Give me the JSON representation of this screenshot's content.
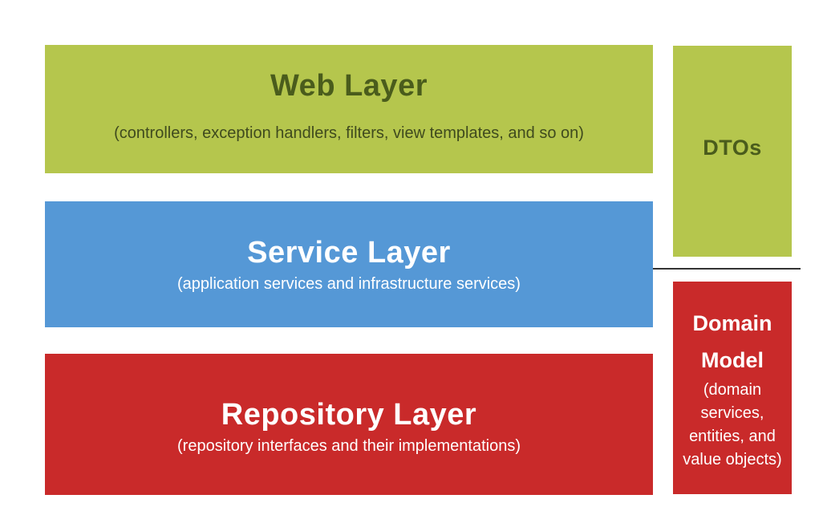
{
  "layers": {
    "web": {
      "title": "Web Layer",
      "subtitle": "(controllers, exception handlers, filters, view templates, and so on)"
    },
    "service": {
      "title": "Service Layer",
      "subtitle": "(application services and infrastructure services)"
    },
    "repository": {
      "title": "Repository Layer",
      "subtitle": "(repository interfaces and their implementations)"
    }
  },
  "side": {
    "dtos": {
      "title": "DTOs"
    },
    "domain": {
      "title": "Domain Model",
      "subtitle": "(domain services, entities, and value objects)"
    }
  },
  "colors": {
    "green": "#b5c64d",
    "blue": "#5598d6",
    "red": "#c92a2a",
    "dark_green_text": "#4a5c1c"
  }
}
